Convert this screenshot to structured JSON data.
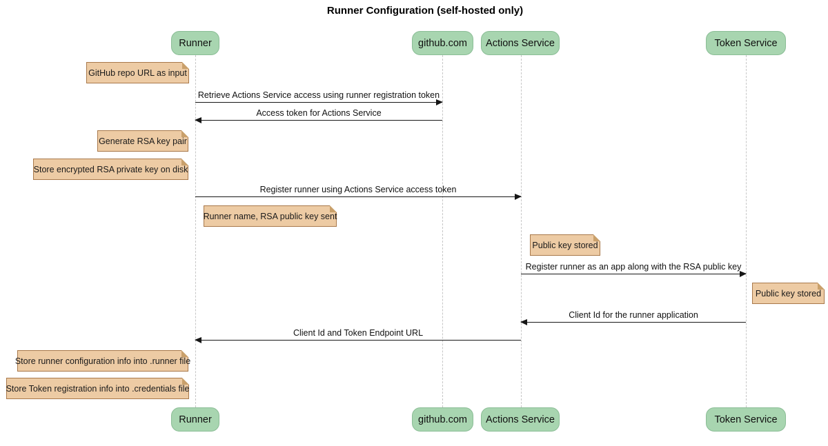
{
  "title": "Runner Configuration (self-hosted only)",
  "participants": [
    {
      "id": "runner",
      "label": "Runner"
    },
    {
      "id": "github",
      "label": "github.com"
    },
    {
      "id": "actions-service",
      "label": "Actions Service"
    },
    {
      "id": "token-service",
      "label": "Token Service"
    }
  ],
  "messages": [
    {
      "from": "Runner",
      "to": "github.com",
      "direction": "right",
      "text": "Retrieve Actions Service access using runner registration token"
    },
    {
      "from": "github.com",
      "to": "Runner",
      "direction": "left",
      "text": "Access token for Actions Service"
    },
    {
      "from": "Runner",
      "to": "Actions Service",
      "direction": "right",
      "text": "Register runner using Actions Service access token"
    },
    {
      "from": "Actions Service",
      "to": "Token Service",
      "direction": "right",
      "text": "Register runner as an app along with the RSA public key"
    },
    {
      "from": "Token Service",
      "to": "Actions Service",
      "direction": "left",
      "text": "Client Id for the runner application"
    },
    {
      "from": "Actions Service",
      "to": "Runner",
      "direction": "left",
      "text": "Client Id and Token Endpoint URL"
    }
  ],
  "notes": [
    {
      "position": "left of Runner",
      "text": "GitHub repo URL as input"
    },
    {
      "position": "left of Runner",
      "text": "Generate RSA key pair"
    },
    {
      "position": "left of Runner",
      "text": "Store encrypted RSA private key on disk"
    },
    {
      "position": "right of Runner",
      "text": "Runner name, RSA public key sent"
    },
    {
      "position": "right of Actions Service",
      "text": "Public key stored"
    },
    {
      "position": "right of Token Service",
      "text": "Public key stored"
    },
    {
      "position": "left of Runner",
      "text": "Store runner configuration info into .runner file"
    },
    {
      "position": "left of Runner",
      "text": "Store Token registration info into .credentials file"
    }
  ],
  "colors": {
    "participant_fill": "#A8D5B0",
    "participant_border": "#8ABD95",
    "note_fill": "#EDCBA4",
    "note_border": "#A8784A",
    "lifeline": "#C6C6C6",
    "arrow": "#161616",
    "background": "#FFFFFF"
  }
}
